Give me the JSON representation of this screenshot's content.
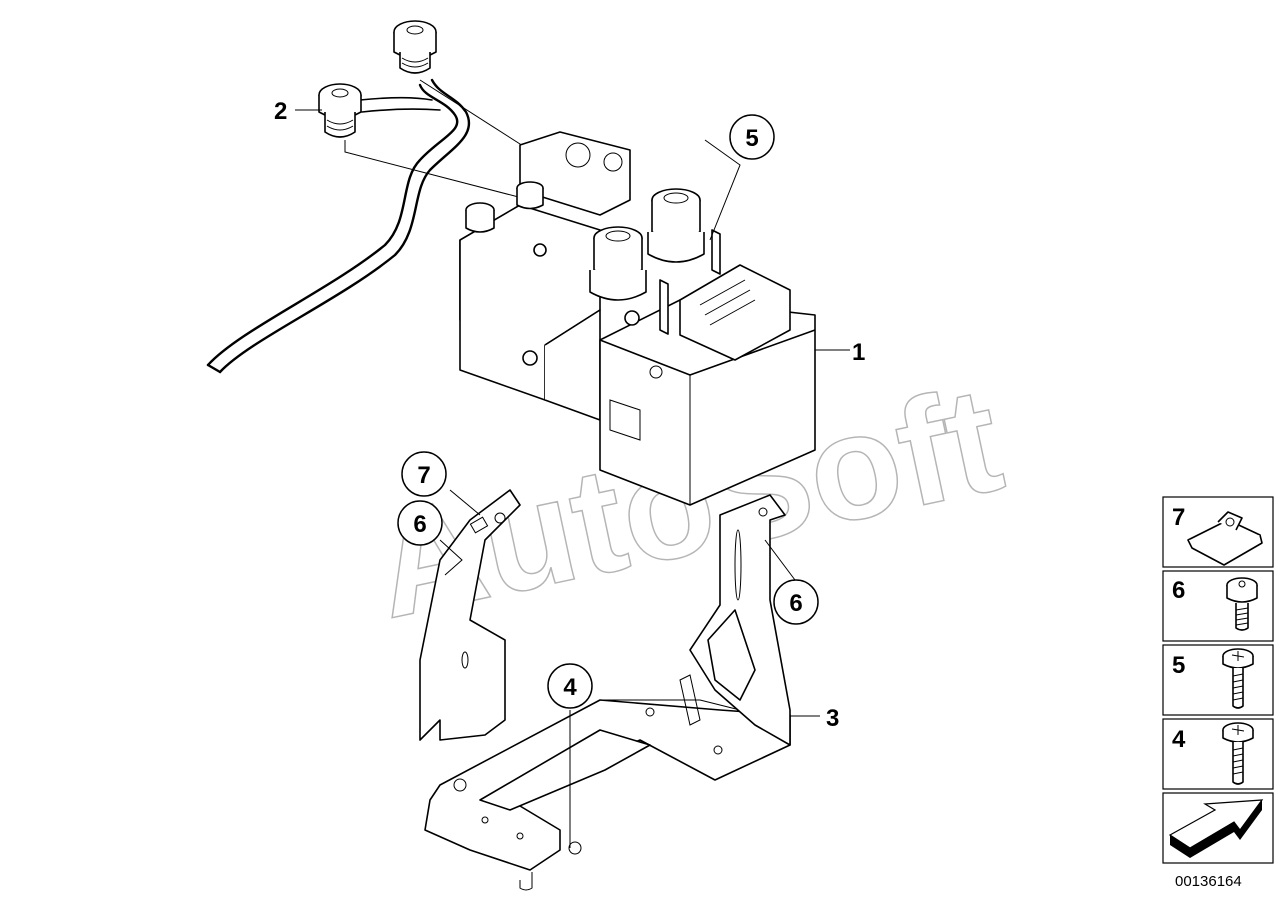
{
  "diagram": {
    "watermark": "AutoSoft",
    "callouts": [
      {
        "id": "callout-1",
        "label": "1",
        "circled": false
      },
      {
        "id": "callout-2",
        "label": "2",
        "circled": false
      },
      {
        "id": "callout-3",
        "label": "3",
        "circled": false
      },
      {
        "id": "callout-4",
        "label": "4",
        "circled": true
      },
      {
        "id": "callout-5",
        "label": "5",
        "circled": true
      },
      {
        "id": "callout-6a",
        "label": "6",
        "circled": true
      },
      {
        "id": "callout-6b",
        "label": "6",
        "circled": true
      },
      {
        "id": "callout-7",
        "label": "7",
        "circled": true
      }
    ],
    "legend": [
      {
        "num": "7",
        "part": "clip-nut-icon"
      },
      {
        "num": "6",
        "part": "short-screw-icon"
      },
      {
        "num": "5",
        "part": "long-screw-icon"
      },
      {
        "num": "4",
        "part": "long-screw-icon"
      }
    ],
    "reference_number": "00136164"
  }
}
